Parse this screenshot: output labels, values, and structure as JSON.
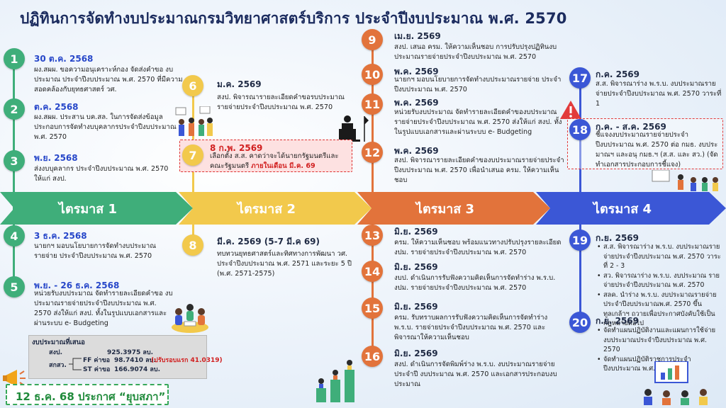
{
  "title": "ปฏิทินการจัดทำงบประมาณกรมวิทยาศาสตร์บริการ ประจำปีงบประมาณ พ.ศ. 2570",
  "quarters": [
    {
      "label": "ไตรมาส 1",
      "color": "#3fae7a"
    },
    {
      "label": "ไตรมาส 2",
      "color": "#f2c94c"
    },
    {
      "label": "ไตรมาส 3",
      "color": "#e2733b"
    },
    {
      "label": "ไตรมาส 4",
      "color": "#3b57d6"
    }
  ],
  "steps": [
    {
      "num": "1",
      "date": "30 ต.ค. 2568",
      "desc": "ผง.สผผ. ขอความอนุเคราะห์กอง จัดส่งคำขอ งบประมาณ ประจำปีงบประมาณ พ.ศ. 2570 ที่มีความสอดคล้องกับยุทธศาสตร์ วศ."
    },
    {
      "num": "2",
      "date": "ต.ค. 2568",
      "desc": "ผง.สผผ. ประสาน บค.สล. ในการจัดส่งข้อมูลประกอบการจัดทำงบบุคลากรประจำปีงบประมาณ พ.ศ. 2570"
    },
    {
      "num": "3",
      "date": "พ.ย. 2568",
      "desc": "ส่งงบบุคลากร ประจำปีงบประมาณ พ.ศ. 2570 ให้แก่ สงป."
    },
    {
      "num": "4",
      "date": "3 ธ.ค. 2568",
      "desc": "นายกฯ มอบนโยบายการจัดทำงบประมาณรายจ่าย ประจำปีงบประมาณ พ.ศ. 2570"
    },
    {
      "num": "5",
      "date": "พ.ย. - 26 ธ.ค. 2568",
      "desc": "หน่วยรับงบประมาณ จัดทำรายละเอียดคำขอ งบประมาณรายจ่ายประจำปีงบประมาณ พ.ศ. 2570 ส่งให้แก่ สงป. ทั้งในรูปแบบเอกสารและผ่านระบบ e- Budgeting"
    },
    {
      "num": "6",
      "date": "ม.ค. 2569",
      "desc": "สงป. พิจารณารายละเอียดคำขอรบประมาณรายจ่ายประจำปีงบประมาณ พ.ศ. 2570"
    },
    {
      "num": "7",
      "date": "8 ก.พ. 2569",
      "desc_a": "เลือกตั้ง ส.ส. คาดว่าจะได้นายกรัฐมนตรีและคณะรัฐมนตรี ",
      "desc_b": "ภายในเดือน มี.ค. 69"
    },
    {
      "num": "8",
      "date": "มี.ค. 2569 (5-7 มี.ค 69)",
      "desc": "ทบทวนยุทธศาสตร์และทิศทางการพัฒนา วศ. ประจำปีงบประมาณ พ.ศ. 2571 และระยะ 5 ปี (พ.ศ. 2571-2575)"
    },
    {
      "num": "9",
      "date": "เม.ย. 2569",
      "desc": "สงป. เสนอ ครม. ให้ความเห็นชอบ การปรับปรุงปฏิทินงบประมาณรายจ่ายประจำปีงบประมาณ พ.ศ. 2570"
    },
    {
      "num": "10",
      "date": "พ.ค. 2569",
      "desc": "นายกฯ มอบนโยบายการจัดทำงบประมาณรายจ่าย ประจำปีงบประมาณ พ.ศ. 2570"
    },
    {
      "num": "11",
      "date": "พ.ค. 2569",
      "desc": "หน่วยรับงบประมาณ จัดทำรายละเอียดคำของบประมาณรายจ่ายประจำปีงบประมาณ พ.ศ. 2570 ส่งให้แก่ สงป. ทั้งในรูปแบบเอกสารและผ่านระบบ e- Budgeting"
    },
    {
      "num": "12",
      "date": "พ.ค. 2569",
      "desc": "สงป. พิจารณารายละเอียดคำของบประมาณรายจ่ายประจำปีงบประมาณ พ.ศ. 2570 เพื่อนำเสนอ ครม. ให้ความเห็นชอบ"
    },
    {
      "num": "13",
      "date": "มิ.ย. 2569",
      "desc": "ครม. ให้ความเห็นชอบ พร้อมแนวทางปรับปรุงรายละเอียด งปม. รายจ่ายประจำปีงบประมาณ พ.ศ. 2570"
    },
    {
      "num": "14",
      "date": "มิ.ย. 2569",
      "desc": "งบป. ดำเนินการรับฟังความคิดเห็นการจัดทำร่าง พ.ร.บ. งปม. รายจ่ายประจำปีงบประมาณ พ.ศ. 2570"
    },
    {
      "num": "15",
      "date": "มิ.ย. 2569",
      "desc": "ครม. รับทราบผลการรับฟังความคิดเห็นการจัดทำร่าง พ.ร.บ. รายจ่ายประจำปีงบประมาณ พ.ศ. 2570 และพิจารณาให้ความเห็นชอบ"
    },
    {
      "num": "16",
      "date": "มิ.ย. 2569",
      "desc": "สงป. ดำเนินการจัดพิมพ์ร่าง พ.ร.บ. งบประมาณรายจ่ายประจำปี งบประมาณ พ.ศ. 2570 และเอกสารประกอบงบประมาณ"
    },
    {
      "num": "17",
      "date": "ก.ค. 2569",
      "desc": "ส.ส. พิจารณาร่าง พ.ร.บ. งบประมาณรายจ่ายประจำปีงบประมาณ พ.ศ. 2570 วาระที่ 1"
    },
    {
      "num": "18",
      "date": "ก.ค. - ส.ค. 2569",
      "desc": "ชี้แจงงบประมาณรายจ่ายประจำปีงบประมาณ พ.ศ. 2570 ต่อ กมธ. งบประมาณฯ และอนุ กมธ.ฯ (ส.ส. และ สว.) (จัดทำเอกสารประกอบการชี้แจง)"
    },
    {
      "num": "19",
      "date": "ก.ย. 2569",
      "bullets": [
        "ส.ส. พิจารณาร่าง พ.ร.บ. งบประมาณรายจ่ายประจำปีงบประมาณ พ.ศ. 2570 วาระที่ 2 - 3",
        "สว. พิจารณาร่าง พ.ร.บ. งบประมาณ รายจ่ายประจำปีงบประมาณ พ.ศ. 2570",
        "สลค. นำร่าง พ.ร.บ. งบประมาณรายจ่ายประจำปีงบประมาณพ.ศ. 2570 ขึ้นทูลเกล้าฯ ถวายเพื่อประกาศบังคับใช้เป็นกฎหมายต่อไป"
      ]
    },
    {
      "num": "20",
      "date": "ก.ย. 2569",
      "bullets": [
        "จัดทำแผนปฏิบัติงานและแผนการใช้จ่ายงบประมาณประจำปีงบประมาณ พ.ศ. 2570",
        "จัดทำแผนปฏิบัติราชการประจำปีงบประมาณ พ.ศ. 2570"
      ]
    }
  ],
  "budget": {
    "heading": "งบประมาณที่เสนอ",
    "row1_label": "สงป.",
    "row1_value": "925.3975  ลบ.",
    "row2_label": "สกสว.",
    "ff_label": "FF ค่าขอ",
    "ff_value": "98.7410  ลบ.",
    "ff_note": "(ปรับรอบแรก 41.0319)",
    "st_label": "ST ค่าขอ",
    "st_value": "166.9074  ลบ."
  },
  "announcement": "12 ธ.ค. 68 ประกาศ “ยุบสภา”",
  "icons": [
    "megaphone-icon",
    "warning-icon",
    "people-illustration"
  ]
}
